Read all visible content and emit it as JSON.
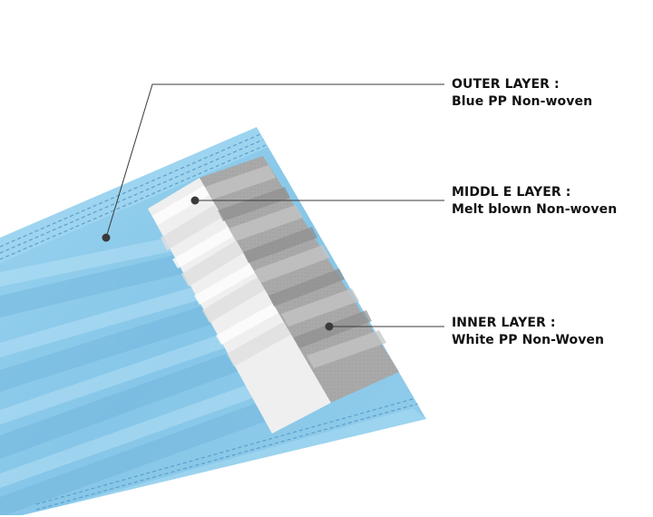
{
  "layers": [
    {
      "title": "OUTER LAYER :",
      "description": "Blue PP Non-woven"
    },
    {
      "title": "MIDDL E LAYER :",
      "description": "Melt blown Non-woven"
    },
    {
      "title": "INNER LAYER :",
      "description": "White PP Non-Woven"
    }
  ],
  "colors": {
    "outer_layer": "#8fcbea",
    "middle_layer": "#f1f1f1",
    "inner_layer": "#a6a6a6",
    "leader_line": "#3a3a3a",
    "label_text": "#111111"
  }
}
